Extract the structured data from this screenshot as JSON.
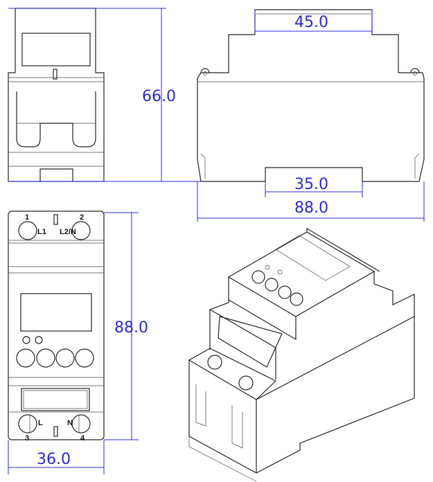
{
  "dimensions": {
    "top_width": "45.0",
    "side_height": "66.0",
    "rail_width": "35.0",
    "side_depth": "88.0",
    "front_height": "88.0",
    "front_width": "36.0"
  },
  "terminals": {
    "t1_number": "1",
    "t1_label": "L1",
    "t2_number": "2",
    "t2_label": "L2/N",
    "t3_number": "3",
    "t3_label": "L",
    "t4_number": "4",
    "t4_label": "N"
  }
}
